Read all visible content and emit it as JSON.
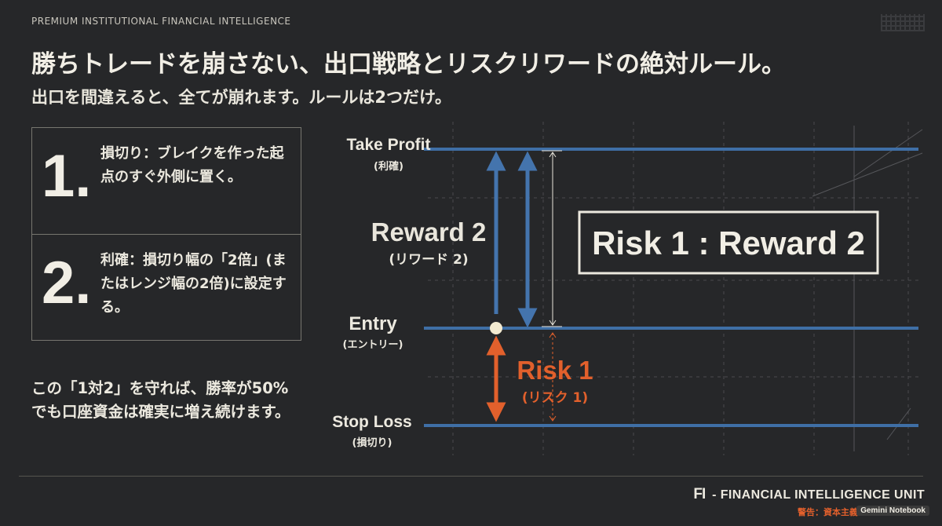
{
  "header": {
    "kicker": "PREMIUM INSTITUTIONAL FINANCIAL INTELLIGENCE",
    "title": "勝ちトレードを崩さない、出口戦略とリスクリワードの絶対ルール。",
    "subtitle": "出口を間違えると、全てが崩れます。ルールは2つだけ。"
  },
  "rules": [
    {
      "number": "1.",
      "text": "損切り：ブレイクを作った起点のすぐ外側に置く。"
    },
    {
      "number": "2.",
      "text": "利確：損切り幅の「2倍」(またはレンジ幅の2倍)に設定する。"
    }
  ],
  "summary": "この「1対2」を守れば、勝率が50%でも口座資金は確実に増え続けます。",
  "diagram": {
    "levels": {
      "take_profit": {
        "label": "Take Profit",
        "sub": "(利確)"
      },
      "entry": {
        "label": "Entry",
        "sub": "(エントリー)"
      },
      "stop_loss": {
        "label": "Stop Loss",
        "sub": "(損切り)"
      }
    },
    "reward": {
      "label": "Reward 2",
      "sub": "(リワード 2)"
    },
    "risk": {
      "label": "Risk 1",
      "sub": "(リスク 1)"
    },
    "ratio_box": "Risk 1 : Reward 2",
    "colors": {
      "level_line": "#3f6fa6",
      "reward_arrow": "#4474ad",
      "risk_arrow": "#e2602c",
      "entry_dot": "#f3ead0"
    }
  },
  "footer": {
    "brand_logo": "FI",
    "brand": "- FINANCIAL INTELLIGENCE UNIT",
    "warning": "警告：資本主義の",
    "badge": "Gemini Notebook"
  }
}
